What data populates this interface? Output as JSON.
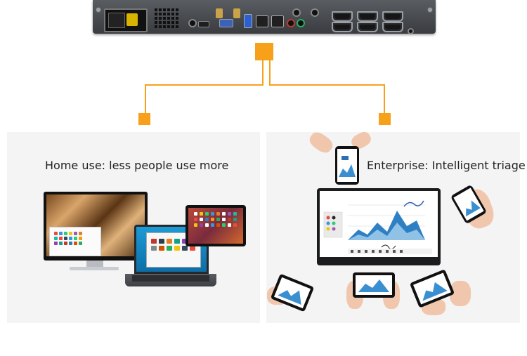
{
  "captions": {
    "home": "Home use: less people use more",
    "enterprise": "Enterprise: Intelligent triage"
  },
  "colors": {
    "accent": "#f7a11a",
    "panel_bg": "#f4f4f4",
    "device_body": "#4a4d52"
  },
  "device": {
    "ports": [
      "power-socket",
      "power-switch",
      "vent",
      "hdmi",
      "vga",
      "antenna",
      "usb",
      "lan",
      "audio",
      "com-ports"
    ]
  },
  "icons": {
    "connector": "orange-square"
  }
}
